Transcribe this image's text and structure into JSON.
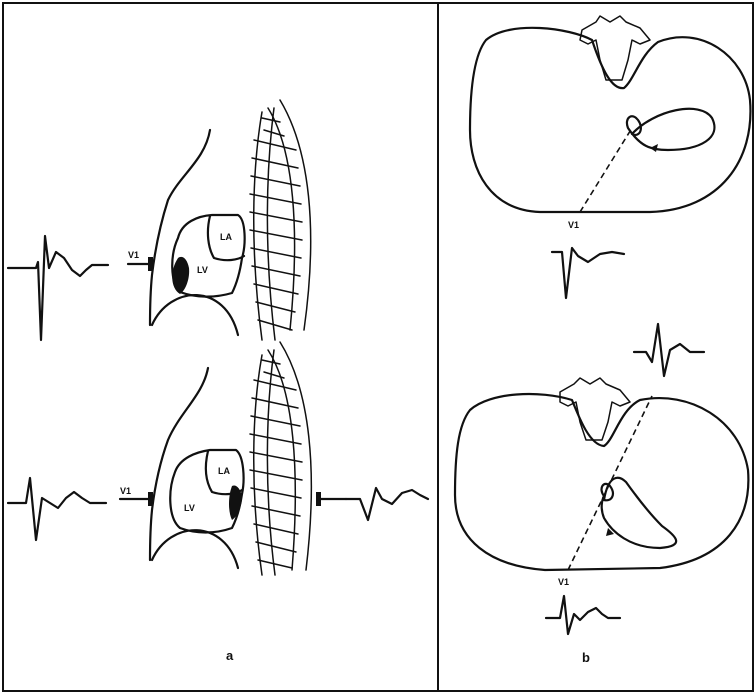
{
  "panel_a": {
    "caption": "a",
    "top_heart": {
      "lead_label": "V1",
      "lv_label": "LV",
      "la_label": "LA"
    },
    "bottom_heart": {
      "lead_label": "V1",
      "lv_label": "LV",
      "la_label": "LA"
    }
  },
  "panel_b": {
    "caption": "b",
    "top_section": {
      "lead_label": "V1"
    },
    "bottom_section": {
      "lead_label": "V1"
    }
  }
}
